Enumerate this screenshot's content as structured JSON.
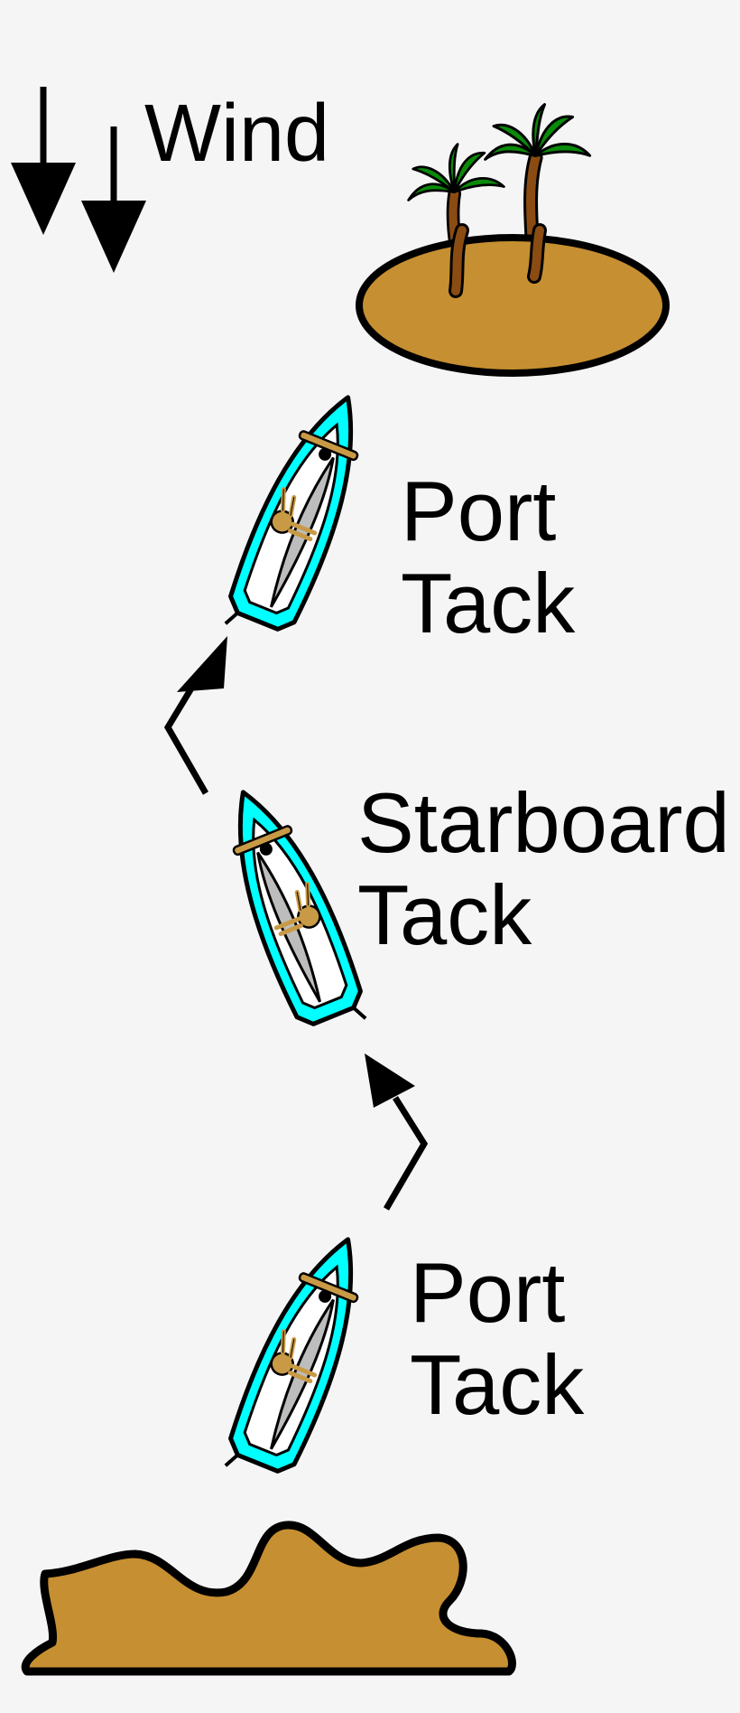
{
  "wind": {
    "label": "Wind"
  },
  "tacks": [
    {
      "line1": "Port",
      "line2": "Tack"
    },
    {
      "line1": "Starboard",
      "line2": "Tack"
    },
    {
      "line1": "Port",
      "line2": "Tack"
    }
  ],
  "colors": {
    "background": "#f5f5f5",
    "hull_outer": "#00ffff",
    "hull_inner": "#ffffff",
    "sail": "#bdbdbd",
    "sand": "#c68f31",
    "palm_leaves": "#0a8a0a",
    "palm_trunk": "#8a4c12",
    "crew": "#c99a45",
    "outline": "#000000"
  },
  "icons": {
    "wind_arrows": "down-arrow-icon",
    "course_arrows": "course-arrow-icon",
    "island": "palm-island-icon",
    "shore": "shore-icon",
    "boat": "sailboat-icon"
  }
}
